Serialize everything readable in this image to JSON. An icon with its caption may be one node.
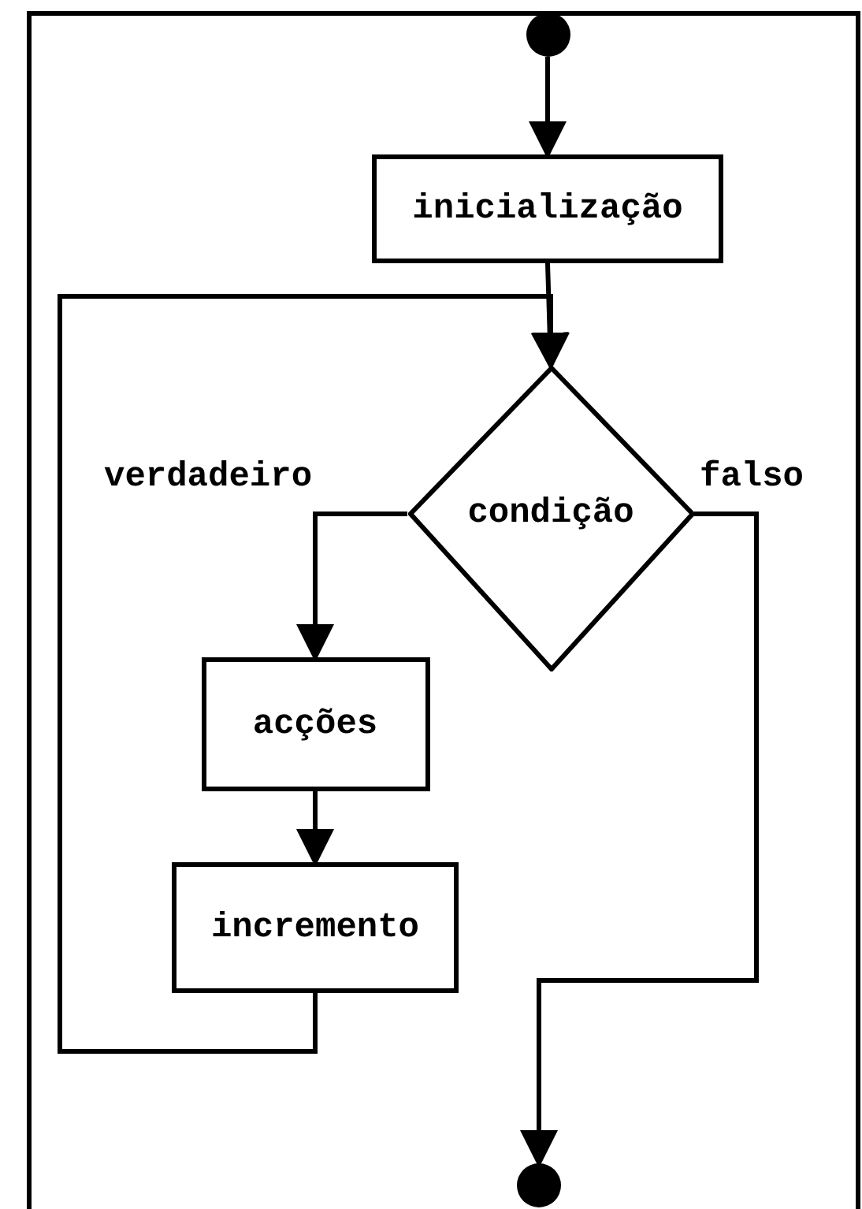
{
  "diagram": {
    "nodes": [
      {
        "text": [],
        "shape": "circle"
      },
      {
        "text": [
          "inicialização"
        ]
      },
      {
        "text": [
          "condição"
        ]
      },
      {
        "text": [
          "acções"
        ]
      },
      {
        "text": [
          "incremento"
        ]
      },
      {
        "text": [],
        "shape": "circle"
      }
    ],
    "edges": [
      {
        "from": 0,
        "to": 1,
        "arrow": "to"
      },
      {
        "from": 1,
        "to": 2,
        "arrow": "to"
      },
      {
        "from": 2,
        "to": 3,
        "label": "verdadeiro",
        "arrow": "to"
      },
      {
        "from": 3,
        "to": 4,
        "arrow": "to"
      },
      {
        "from": 4,
        "to": 2,
        "arrow": "to"
      },
      {
        "from": 2,
        "to": 5,
        "label": "falso",
        "arrow": "to"
      }
    ]
  }
}
